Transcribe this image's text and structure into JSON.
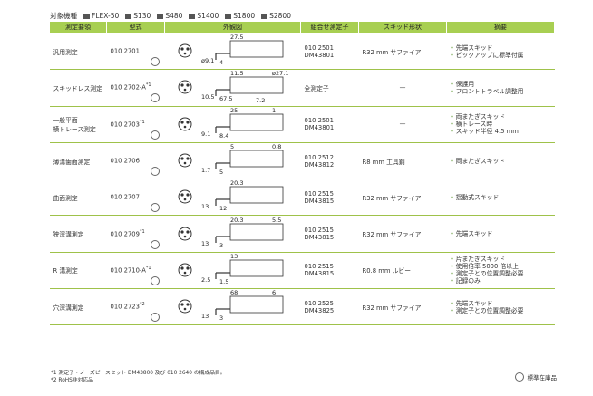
{
  "header": {
    "label": "対象機種",
    "models": [
      "FLEX-50",
      "S130",
      "S480",
      "S1400",
      "S1800",
      "S2800"
    ]
  },
  "columns": [
    "測定要領",
    "型式",
    "外観図",
    "組合せ測定子",
    "スキッド形状",
    "摘要"
  ],
  "rows": [
    {
      "name": "汎用測定",
      "code": "010 2701",
      "sup": "",
      "probe": [
        "010 2501",
        "DM43801"
      ],
      "skid": "R32 mm サファイア",
      "notes": [
        "先端スキッド",
        "ピックアップに標準付属"
      ],
      "dims": [
        "27.5",
        "ø9.1",
        "4"
      ]
    },
    {
      "name": "スキッドレス測定",
      "code": "010 2702-A",
      "sup": "*1",
      "probe": [
        "全測定子"
      ],
      "skid": "—",
      "notes": [
        "保護用",
        "フロントトラベル調整用"
      ],
      "dims": [
        "11.5",
        "10.5",
        "67.5",
        "ø27.1",
        "7.2"
      ]
    },
    {
      "name": "一般平面\n横トレース測定",
      "code": "010 2703",
      "sup": "*1",
      "probe": [
        "010 2501",
        "DM43801"
      ],
      "skid": "—",
      "notes": [
        "両またぎスキッド",
        "横トレース時",
        "スキッド半径 4.5 mm"
      ],
      "dims": [
        "25",
        "9.1",
        "8.4",
        "1"
      ]
    },
    {
      "name": "薄溝歯面測定",
      "code": "010 2706",
      "sup": "",
      "probe": [
        "010 2512",
        "DM43812"
      ],
      "skid": "R8 mm 工具鋼",
      "notes": [
        "両またぎスキッド"
      ],
      "dims": [
        "5",
        "1.7",
        "5",
        "0.8"
      ]
    },
    {
      "name": "曲面測定",
      "code": "010 2707",
      "sup": "",
      "probe": [
        "010 2515",
        "DM43815"
      ],
      "skid": "R32 mm サファイア",
      "notes": [
        "揺動式スキッド"
      ],
      "dims": [
        "20.3",
        "13",
        "12"
      ]
    },
    {
      "name": "狭深溝測定",
      "code": "010 2709",
      "sup": "*1",
      "probe": [
        "010 2515",
        "DM43815"
      ],
      "skid": "R32 mm サファイア",
      "notes": [
        "先端スキッド"
      ],
      "dims": [
        "20.3",
        "13",
        "3",
        "5.5"
      ]
    },
    {
      "name": "R 溝測定",
      "code": "010 2710-A",
      "sup": "*1",
      "probe": [
        "010 2515",
        "DM43815"
      ],
      "skid": "R0.8 mm ルビー",
      "notes": [
        "片またぎスキッド",
        "使用倍率 5000 倍以上",
        "測定子との位置調整必要",
        "記録のみ"
      ],
      "dims": [
        "13",
        "2.5",
        "1.5"
      ]
    },
    {
      "name": "穴深溝測定",
      "code": "010 2723",
      "sup": "*2",
      "probe": [
        "010 2525",
        "DM43825"
      ],
      "skid": "R32 mm サファイア",
      "notes": [
        "先端スキッド",
        "測定子との位置調整必要"
      ],
      "dims": [
        "68",
        "13",
        "3",
        "6"
      ]
    }
  ],
  "footnotes": [
    "*1 測定子・ノーズピースセット DM43800 及び 010 2640 の構成品目。",
    "*2 RoHS非対応品"
  ],
  "legend": "標準在庫品"
}
